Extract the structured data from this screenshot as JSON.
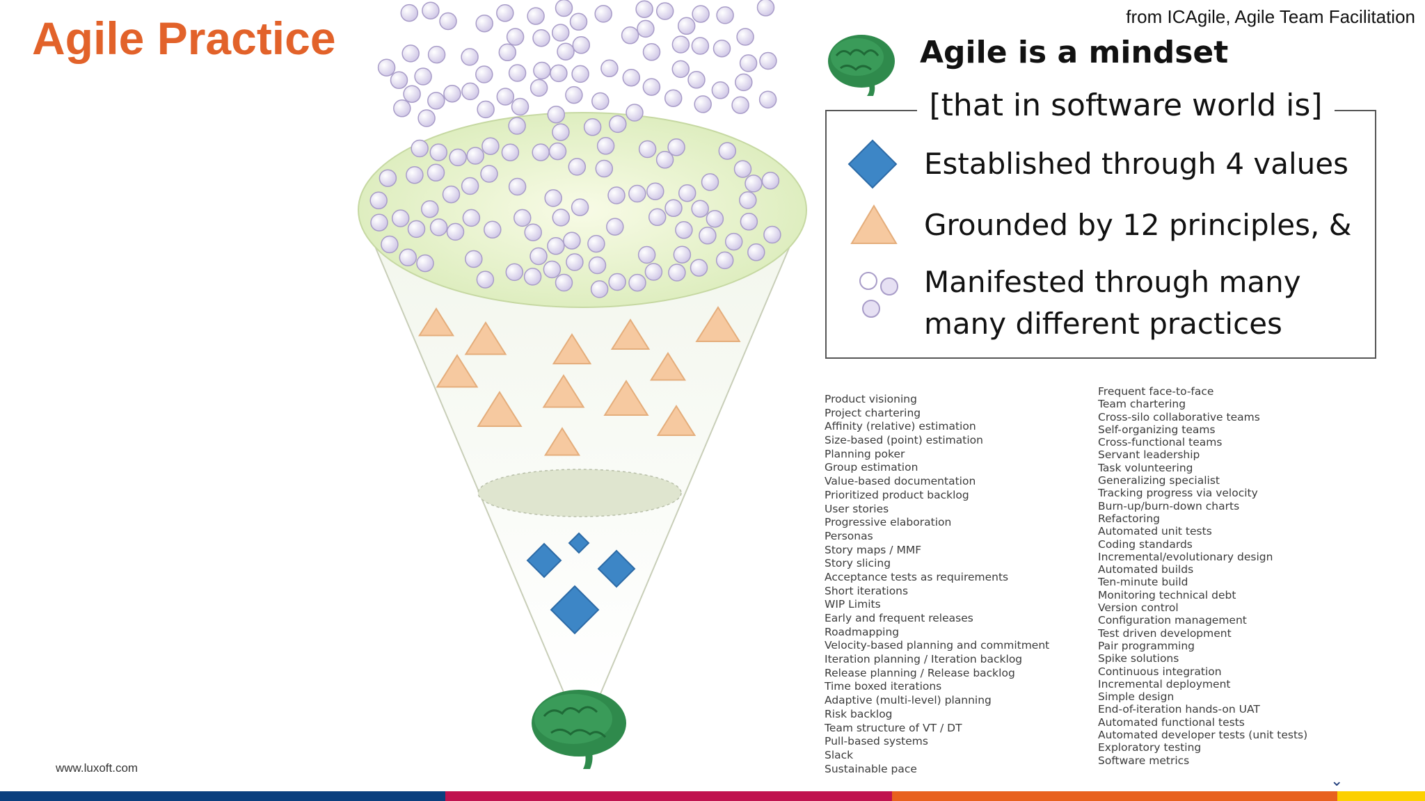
{
  "slide": {
    "title": "Agile Practice",
    "source_note": "from ICAgile, Agile Team Facilitation",
    "website": "www.luxoft.com"
  },
  "legend": {
    "heading": "Agile is a mindset",
    "subheading": "[that in software world is]",
    "items": [
      {
        "icon": "diamond-icon",
        "label": "Established through 4 values"
      },
      {
        "icon": "triangle-icon",
        "label": "Grounded by 12 principles, &"
      },
      {
        "icon": "circles-icon",
        "label": "Manifested through many",
        "label_line2": "many different practices"
      }
    ]
  },
  "funnel": {
    "top_icon": "brain-icon",
    "bottom_icon": "brain-icon",
    "values_count": 4,
    "principles_count": 12
  },
  "practices_left": [
    "Product visioning",
    "Project chartering",
    "Affinity (relative) estimation",
    "Size-based (point) estimation",
    "Planning poker",
    "Group estimation",
    "Value-based documentation",
    "Prioritized product backlog",
    "User stories",
    "Progressive elaboration",
    "Personas",
    "Story maps / MMF",
    "Story slicing",
    "Acceptance tests as requirements",
    "Short iterations",
    "WIP Limits",
    "Early and frequent releases",
    "Roadmapping",
    "Velocity-based planning and commitment",
    "Iteration planning / Iteration backlog",
    "Release planning / Release backlog",
    "Time boxed iterations",
    "Adaptive (multi-level) planning",
    "Risk backlog",
    "Team structure of VT / DT",
    "Pull-based systems",
    "Slack",
    "Sustainable pace"
  ],
  "practices_right": [
    "Frequent face-to-face",
    "Team chartering",
    "Cross-silo collaborative teams",
    "Self-organizing teams",
    "Cross-functional teams",
    "Servant leadership",
    "Task volunteering",
    "Generalizing specialist",
    " Tracking progress via velocity",
    "Burn-up/burn-down charts",
    "Refactoring",
    "Automated unit tests",
    "Coding standards",
    "Incremental/evolutionary design",
    "Automated builds",
    "Ten-minute build",
    "Monitoring technical debt",
    "Version control",
    "Configuration management",
    "Test driven development",
    "Pair programming",
    "Spike solutions",
    "Continuous integration",
    "Incremental deployment",
    "Simple design",
    "End-of-iteration hands-on UAT",
    "Automated functional tests",
    "Automated developer tests (unit tests)",
    "Exploratory testing",
    "Software metrics"
  ],
  "colors": {
    "title": "#e2622a",
    "diamond": "#3d86c6",
    "triangle": "#f6c9a0",
    "circle": "#ddd6ee",
    "brain": "#2f8a4c",
    "bar_blue": "#0b3f7e",
    "bar_magenta": "#c0134f",
    "bar_orange": "#e8611e",
    "bar_yellow": "#fcd000"
  }
}
